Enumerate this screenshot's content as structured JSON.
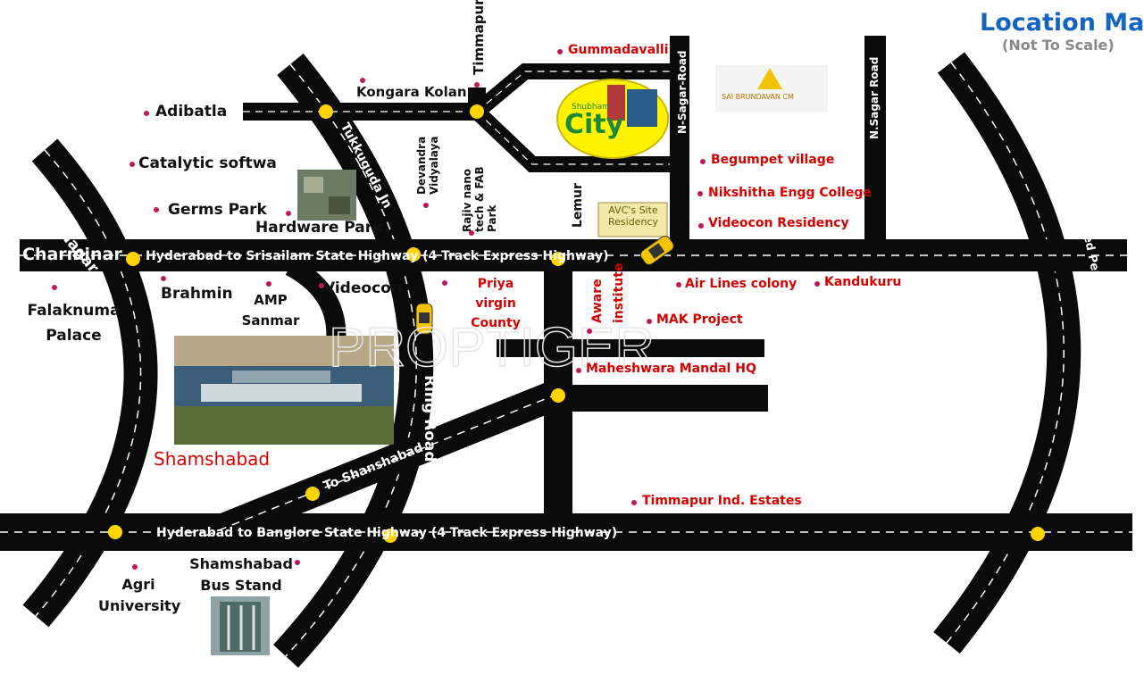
{
  "header": {
    "title": "Location Map",
    "subtitle": "(Not To Scale)"
  },
  "watermark": "PROPTIGER",
  "colors": {
    "road": "#0a0a0a",
    "junction": "#ffd400",
    "place_label": "#d60000",
    "dot": "#c2185b",
    "title": "#1565c0"
  },
  "roads": {
    "hyd_srisailam": "Hyderabad to Srisailam State Highway (4 Track Express Highway)",
    "hyd_banglore": "Hyderabad to Banglore State Highway (4 Track Express Highway)",
    "lb_nagar": "To LB Nagar",
    "charminar": "Charminar",
    "tukkuguda": "Tukkuguda Jn",
    "ring_road": "Ring Road",
    "to_shamshabad": "To Shanshabad",
    "nsagar_1": "N-Sagar-Road",
    "nsagar_2": "N.Sagar Road",
    "outer_ring": "Proposed Peripheral Outer Ring Road"
  },
  "places": {
    "adibatla": "Adibatla",
    "kongara_kolan": "Kongara Kolan",
    "timmapur": "Timmapur",
    "catalytic": "Catalytic softwa",
    "germs_park": "Germs Park",
    "hardware_park": "Hardware Park",
    "devandra": "Devandra Vidyalaya",
    "rajiv_nano": "Rajiv nano tech & FAB Park",
    "lemur": "Lemur",
    "falaknuma": "Falaknuma Palace",
    "brahmin": "Brahmin",
    "amp_sanmar": "AMP Sanmar",
    "videocon": "Videocon",
    "shamshabad": "Shamshabad",
    "agri_univ": "Agri University",
    "shamshabad_bus": "Shamshabad Bus Stand",
    "gummadavalli": "Gummadavalli",
    "begumpet": "Begumpet village",
    "nikshitha": "Nikshitha Engg College",
    "videocon_res": "Videocon Residency",
    "priya_virgin": "Priya virgin County",
    "aware": "Aware institute",
    "air_lines": "Air Lines colony",
    "kandukuru": "Kandukuru",
    "mak_project": "MAK Project",
    "maheshwara": "Maheshwara Mandal HQ",
    "timmapur_ind": "Timmapur Ind. Estates"
  },
  "logos": {
    "city_word": "City",
    "city_small": "Shubham",
    "avc_site": "AVC's Site Residency",
    "sai": "SAI BRUNDAVAN CM"
  }
}
